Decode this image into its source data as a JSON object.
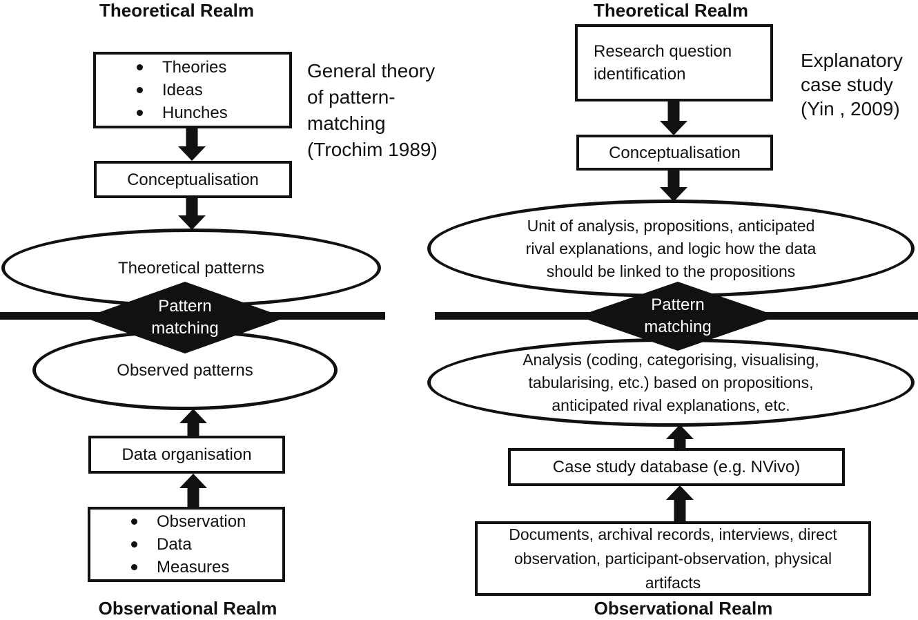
{
  "colors": {
    "ink": "#111111",
    "background": "#ffffff",
    "diamond_fill": "#111111",
    "diamond_text": "#ffffff"
  },
  "left": {
    "top_realm": "Theoretical Realm",
    "bottom_realm": "Observational Realm",
    "caption": {
      "lines": [
        "General theory",
        "of pattern-",
        "matching",
        "(Trochim 1989)"
      ]
    },
    "theory_box": {
      "bullets": [
        "Theories",
        "Ideas",
        "Hunches"
      ]
    },
    "conceptualisation": "Conceptualisation",
    "theoretical_ellipse": "Theoretical patterns",
    "diamond": {
      "line1": "Pattern",
      "line2": "matching"
    },
    "observed_ellipse": "Observed patterns",
    "data_organisation": "Data organisation",
    "measures_box": {
      "bullets": [
        "Observation",
        "Data",
        "Measures"
      ]
    }
  },
  "right": {
    "top_realm": "Theoretical Realm",
    "bottom_realm": "Observational Realm",
    "caption": {
      "lines": [
        "Explanatory",
        "case study",
        "(Yin , 2009)"
      ]
    },
    "research_box": {
      "lines": [
        "Research question",
        "identification"
      ]
    },
    "conceptualisation": "Conceptualisation",
    "unit_ellipse": {
      "lines": [
        "Unit of analysis, propositions, anticipated",
        "rival explanations, and logic how the data",
        "should be linked to the propositions"
      ]
    },
    "diamond": {
      "line1": "Pattern",
      "line2": "matching"
    },
    "analysis_ellipse": {
      "lines": [
        "Analysis (coding, categorising, visualising,",
        "tabularising, etc.) based on propositions,",
        "anticipated rival explanations, etc."
      ]
    },
    "database_box": "Case study database (e.g. NVivo)",
    "sources_box": {
      "lines": [
        "Documents, archival records, interviews, direct",
        "observation, participant-observation, physical",
        "artifacts"
      ]
    }
  }
}
